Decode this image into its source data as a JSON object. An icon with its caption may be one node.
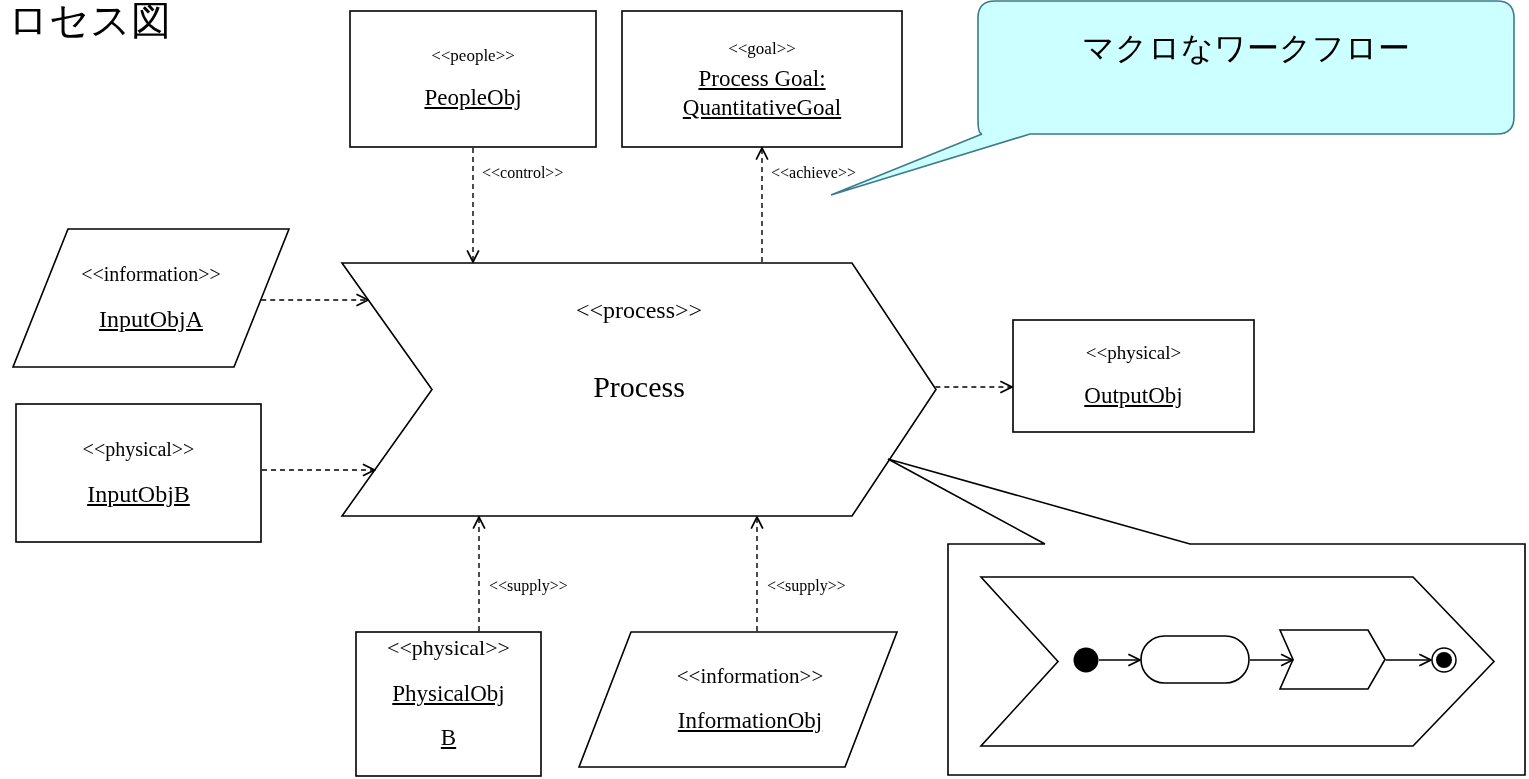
{
  "diagram": {
    "title": "ロセス図",
    "nodes": [
      {
        "text": [
          "<<people>>",
          "PeopleObj"
        ]
      },
      {
        "text": [
          "<<goal>>",
          "Process Goal: QuantitativeGoal"
        ]
      },
      {
        "text": [
          "マクロなワークフロー"
        ]
      },
      {
        "text": [
          "<<information>>",
          "InputObjA"
        ]
      },
      {
        "text": [
          "<<physical>>",
          "InputObjB"
        ]
      },
      {
        "text": [
          "<<process>>",
          "Process"
        ]
      },
      {
        "text": [
          "<<physical>",
          "OutputObj"
        ]
      },
      {
        "text": [
          "<<physical>>",
          "PhysicalObj B"
        ]
      },
      {
        "text": [
          "<<information>>",
          "InformationObj"
        ]
      },
      {
        "text": [],
        "shape": "box"
      },
      {
        "text": [],
        "shape": "chevron",
        "in": 9
      },
      {
        "text": [],
        "shape": "circle",
        "in": 10
      },
      {
        "text": [],
        "shape": "box",
        "in": 10
      },
      {
        "text": [],
        "shape": "chevron",
        "in": 10
      },
      {
        "text": [],
        "shape": "circle",
        "in": 10
      }
    ],
    "edges": [
      {
        "from": 0,
        "to": 5,
        "arrow": "to",
        "label": "<<control>>",
        "style": "dashed"
      },
      {
        "from": 5,
        "to": 1,
        "arrow": "to",
        "label": "<<achieve>>",
        "style": "dashed"
      },
      {
        "from": 3,
        "to": 5,
        "arrow": "to",
        "style": "dashed"
      },
      {
        "from": 4,
        "to": 5,
        "arrow": "to",
        "style": "dashed"
      },
      {
        "from": 5,
        "to": 6,
        "arrow": "to",
        "style": "dashed"
      },
      {
        "from": 7,
        "to": 5,
        "arrow": "to",
        "label": "<<supply>>",
        "style": "dashed"
      },
      {
        "from": 8,
        "to": 5,
        "arrow": "to",
        "label": "<<supply>>",
        "style": "dashed"
      },
      {
        "from": 11,
        "to": 12,
        "arrow": "to"
      },
      {
        "from": 12,
        "to": 13,
        "arrow": "to"
      },
      {
        "from": 13,
        "to": 14,
        "arrow": "to"
      }
    ]
  }
}
